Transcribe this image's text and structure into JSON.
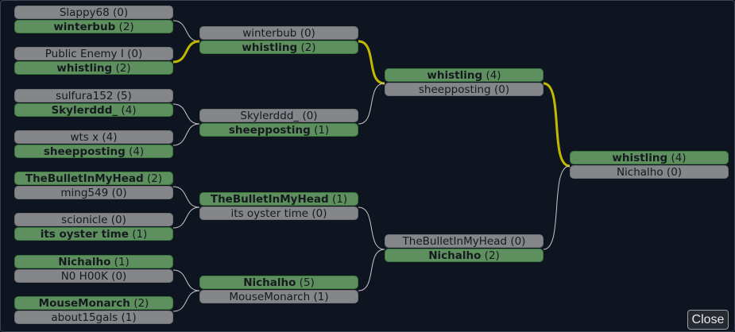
{
  "colors": {
    "background": "#0e1520",
    "winner": "#5e8f5f",
    "loser": "#848689",
    "connector": "#c8c8c8",
    "path_highlight": "#c2b800"
  },
  "rounds": [
    {
      "matches": [
        {
          "players": [
            {
              "name": "Slappy68",
              "score": "(0)",
              "winner": false
            },
            {
              "name": "winterbub",
              "score": "(2)",
              "winner": true
            }
          ]
        },
        {
          "players": [
            {
              "name": "Public Enemy I",
              "score": "(0)",
              "winner": false
            },
            {
              "name": "whistling",
              "score": "(2)",
              "winner": true
            }
          ]
        },
        {
          "players": [
            {
              "name": "sulfura152",
              "score": "(5)",
              "winner": false
            },
            {
              "name": "Skylerddd_",
              "score": "(4)",
              "winner": true
            }
          ]
        },
        {
          "players": [
            {
              "name": "wts x",
              "score": "(4)",
              "winner": false
            },
            {
              "name": "sheepposting",
              "score": "(4)",
              "winner": true
            }
          ]
        },
        {
          "players": [
            {
              "name": "TheBulletInMyHead",
              "score": "(2)",
              "winner": true
            },
            {
              "name": "ming549",
              "score": "(0)",
              "winner": false
            }
          ]
        },
        {
          "players": [
            {
              "name": "scionicle",
              "score": "(0)",
              "winner": false
            },
            {
              "name": "its oyster time",
              "score": "(1)",
              "winner": true
            }
          ]
        },
        {
          "players": [
            {
              "name": "Nichalho",
              "score": "(1)",
              "winner": true
            },
            {
              "name": "N0 H00K",
              "score": "(0)",
              "winner": false
            }
          ]
        },
        {
          "players": [
            {
              "name": "MouseMonarch",
              "score": "(2)",
              "winner": true
            },
            {
              "name": "about15gals",
              "score": "(1)",
              "winner": false
            }
          ]
        }
      ]
    },
    {
      "matches": [
        {
          "players": [
            {
              "name": "winterbub",
              "score": "(0)",
              "winner": false
            },
            {
              "name": "whistling",
              "score": "(2)",
              "winner": true
            }
          ]
        },
        {
          "players": [
            {
              "name": "Skylerddd_",
              "score": "(0)",
              "winner": false
            },
            {
              "name": "sheepposting",
              "score": "(1)",
              "winner": true
            }
          ]
        },
        {
          "players": [
            {
              "name": "TheBulletInMyHead",
              "score": "(1)",
              "winner": true
            },
            {
              "name": "its oyster time",
              "score": "(0)",
              "winner": false
            }
          ]
        },
        {
          "players": [
            {
              "name": "Nichalho",
              "score": "(5)",
              "winner": true
            },
            {
              "name": "MouseMonarch",
              "score": "(1)",
              "winner": false
            }
          ]
        }
      ]
    },
    {
      "matches": [
        {
          "players": [
            {
              "name": "whistling",
              "score": "(4)",
              "winner": true
            },
            {
              "name": "sheepposting",
              "score": "(0)",
              "winner": false
            }
          ]
        },
        {
          "players": [
            {
              "name": "TheBulletInMyHead",
              "score": "(0)",
              "winner": false
            },
            {
              "name": "Nichalho",
              "score": "(2)",
              "winner": true
            }
          ]
        }
      ]
    },
    {
      "matches": [
        {
          "players": [
            {
              "name": "whistling",
              "score": "(4)",
              "winner": true
            },
            {
              "name": "Nichalho",
              "score": "(0)",
              "winner": false
            }
          ]
        }
      ]
    }
  ],
  "highlighted_player": "whistling",
  "close_button": {
    "label": "Close"
  }
}
